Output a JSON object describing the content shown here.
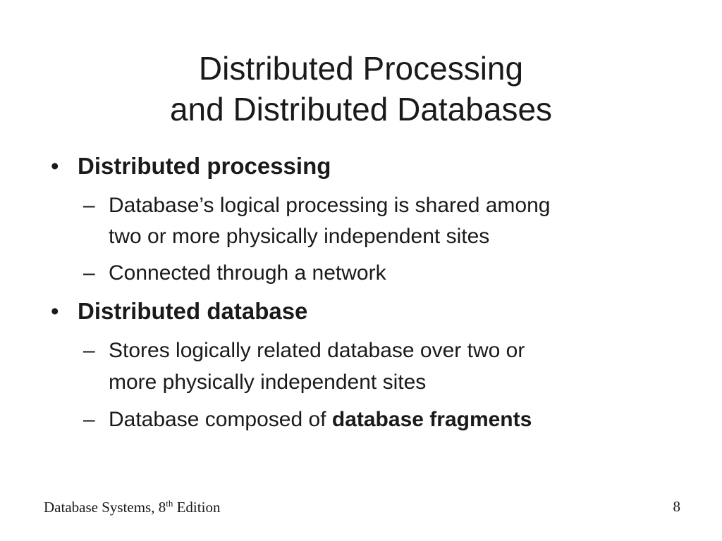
{
  "slide": {
    "title_line1": "Distributed Processing",
    "title_line2": "and Distributed Databases",
    "bullets": [
      {
        "marker": "•",
        "heading": "Distributed processing",
        "subpoints": [
          {
            "dash": "–",
            "line1": "Database’s logical processing is shared among",
            "line2": "two or more physically independent sites"
          },
          {
            "dash": "–",
            "line1": "Connected through a network"
          }
        ]
      },
      {
        "marker": "•",
        "heading": "Distributed database",
        "subpoints": [
          {
            "dash": "–",
            "line1": "Stores logically related database over two or",
            "line2": "more physically independent sites"
          },
          {
            "dash": "–",
            "line1_prefix": "Database composed of ",
            "line1_bold": "database fragments"
          }
        ]
      }
    ]
  },
  "footer": {
    "book_prefix": "Database Systems, 8",
    "book_sup": "th",
    "book_suffix": " Edition",
    "page_number": "8"
  }
}
